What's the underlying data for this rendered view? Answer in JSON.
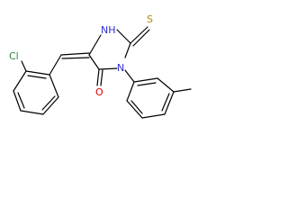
{
  "atoms": {
    "cl": "Cl",
    "nh": "NH",
    "s": "S",
    "n": "N",
    "o": "O"
  },
  "colors": {
    "background": "#ffffff",
    "bond": "#000000",
    "chlorine": "#2a8c2a",
    "nitrogen": "#2f2fd0",
    "sulfur": "#b08a00",
    "oxygen": "#e00000"
  }
}
